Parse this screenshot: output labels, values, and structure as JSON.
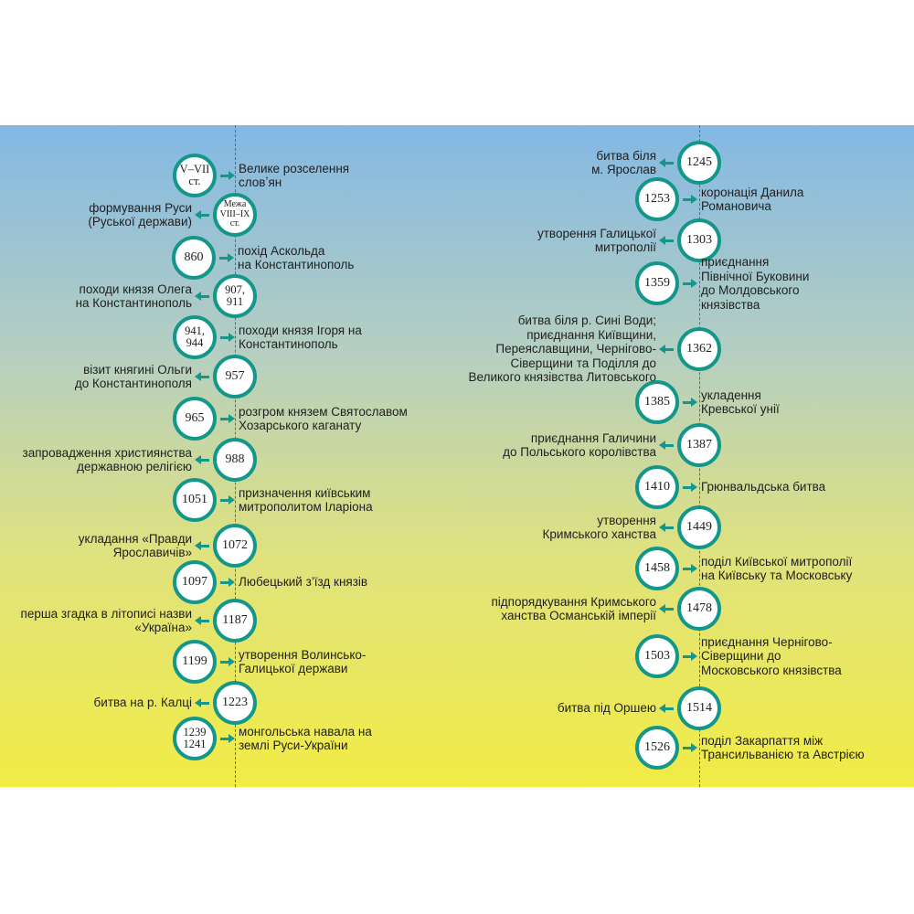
{
  "colors": {
    "accent": "#13978a",
    "gradient_top": "#83b8e4",
    "gradient_bottom": "#f2ec45"
  },
  "left_column": [
    {
      "date": "V–VII\nст.",
      "label": "Велике розселення\nсловʼян",
      "side": "right"
    },
    {
      "date": "Межа\nVIII–IX\nст.",
      "label": "формування Руси\n(Руської держави)",
      "side": "left"
    },
    {
      "date": "860",
      "label": "похід Аскольда\nна Константинополь",
      "side": "right"
    },
    {
      "date": "907,\n911",
      "label": "походи князя Олега\nна Константинополь",
      "side": "left"
    },
    {
      "date": "941,\n944",
      "label": "походи князя Ігоря на\nКонстантинополь",
      "side": "right"
    },
    {
      "date": "957",
      "label": "візит княгині Ольги\nдо Константинополя",
      "side": "left"
    },
    {
      "date": "965",
      "label": "розгром князем Святославом\nХозарського каганату",
      "side": "right"
    },
    {
      "date": "988",
      "label": "запровадження християнства\nдержавною релігією",
      "side": "left"
    },
    {
      "date": "1051",
      "label": "призначення київським\nмитрополитом Іларіона",
      "side": "right"
    },
    {
      "date": "1072",
      "label": "укладання «Правди\nЯрославичів»",
      "side": "left"
    },
    {
      "date": "1097",
      "label": "Любецький з’їзд князів",
      "side": "right"
    },
    {
      "date": "1187",
      "label": "перша згадка в літописі назви\n«Україна»",
      "side": "left"
    },
    {
      "date": "1199",
      "label": "утворення Волинсько-\nГалицької держави",
      "side": "right"
    },
    {
      "date": "1223",
      "label": "битва на р. Калці",
      "side": "left"
    },
    {
      "date": "1239\n1241",
      "label": "монгольська навала на\nземлі Руси-України",
      "side": "right"
    }
  ],
  "right_column": [
    {
      "date": "1245",
      "label": "битва біля\nм. Ярослав",
      "side": "left"
    },
    {
      "date": "1253",
      "label": "коронація Данила\nРомановича",
      "side": "right"
    },
    {
      "date": "1303",
      "label": "утворення Галицької\nмитрополії",
      "side": "left"
    },
    {
      "date": "1359",
      "label": "приєднання\nПівнічної Буковини\nдо Молдовського\nкнязівства",
      "side": "right"
    },
    {
      "date": "1362",
      "label": "битва біля р. Сині Води;\nприєднання Київщини,\nПереяславщини, Чернігово-\nСіверщини та Поділля до\nВеликого князівства Литовського",
      "side": "left"
    },
    {
      "date": "1385",
      "label": "укладення\nКревської унії",
      "side": "right"
    },
    {
      "date": "1387",
      "label": "приєднання Галичини\nдо Польського королівства",
      "side": "left"
    },
    {
      "date": "1410",
      "label": "Грюнвальдська битва",
      "side": "right"
    },
    {
      "date": "1449",
      "label": "утворення\nКримського ханства",
      "side": "left"
    },
    {
      "date": "1458",
      "label": "поділ Київської митрополії\nна Київську та Московську",
      "side": "right"
    },
    {
      "date": "1478",
      "label": "підпорядкування Кримського\nханства Османській імперії",
      "side": "left"
    },
    {
      "date": "1503",
      "label": "приєднання Чернігово-\nСіверщини до\nМосковського князівства",
      "side": "right"
    },
    {
      "date": "1514",
      "label": "битва під Оршею",
      "side": "left"
    },
    {
      "date": "1526",
      "label": "поділ Закарпаття між\nТрансильванією та Австрією",
      "side": "right"
    }
  ]
}
